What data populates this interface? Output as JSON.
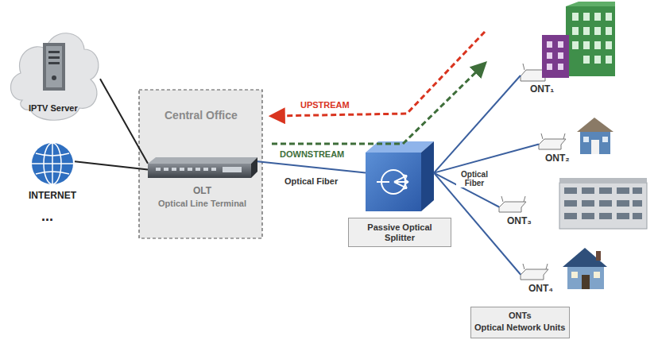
{
  "diagram": {
    "nodes": [
      {
        "text": [
          "IPTV Server"
        ]
      },
      {
        "text": [
          "INTERNET"
        ]
      },
      {
        "text": [
          "Central Office"
        ]
      },
      {
        "text": [
          "OLT",
          "Optical Line Terminal"
        ],
        "in": 2
      },
      {
        "text": [
          "Passive Optical Splitter"
        ]
      },
      {
        "text": [
          "ONT₁"
        ]
      },
      {
        "text": [
          "ONT₂"
        ]
      },
      {
        "text": [
          "ONT₃"
        ]
      },
      {
        "text": [
          "ONT₄"
        ]
      },
      {
        "text": [
          "ONTs",
          "Optical Network Units"
        ]
      }
    ],
    "edges": [
      {
        "from": 0,
        "to": 3,
        "arrow": "none"
      },
      {
        "from": 1,
        "to": 3,
        "arrow": "none"
      },
      {
        "from": 3,
        "to": 4,
        "label": "Optical Fiber",
        "arrow": "none"
      },
      {
        "from": 4,
        "to": 5,
        "arrow": "none"
      },
      {
        "from": 4,
        "to": 6,
        "arrow": "none"
      },
      {
        "from": 4,
        "to": 7,
        "arrow": "none"
      },
      {
        "from": 4,
        "to": 8,
        "arrow": "none"
      }
    ],
    "labels": [
      "UPSTREAM",
      "DOWNSTREAM",
      "Optical Fiber",
      "..."
    ]
  }
}
